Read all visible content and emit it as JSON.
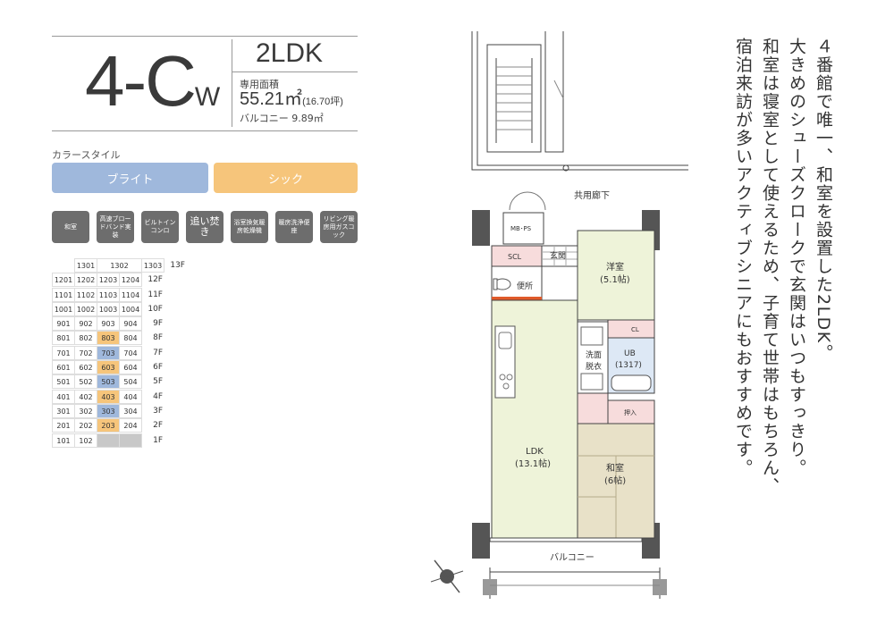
{
  "header": {
    "type_main": "4-C",
    "type_sub": "W",
    "layout": "2LDK",
    "area_label": "専用面積",
    "area_value": "55.21㎡",
    "area_tsubo": "(16.70坪)",
    "balcony": "バルコニー 9.89㎡"
  },
  "color_style": {
    "title": "カラースタイル",
    "bright": "ブライト",
    "chic": "シック",
    "bright_color": "#9fb8dc",
    "chic_color": "#f6c57b"
  },
  "features": [
    "和室",
    "高速ブロードバンド実装",
    "ビルトインコンロ",
    "追い焚き",
    "浴室換気暖房乾燥機",
    "暖房洗浄便座",
    "リビング暖房用ガスコック"
  ],
  "floors": [
    {
      "floor": "13F",
      "units": [
        [
          "",
          "blank"
        ],
        [
          "1301",
          ""
        ],
        [
          "1302",
          "w2"
        ],
        [
          "1303",
          ""
        ]
      ]
    },
    {
      "floor": "12F",
      "units": [
        [
          "1201",
          ""
        ],
        [
          "1202",
          ""
        ],
        [
          "1203",
          ""
        ],
        [
          "1204",
          ""
        ]
      ]
    },
    {
      "floor": "11F",
      "units": [
        [
          "1101",
          ""
        ],
        [
          "1102",
          ""
        ],
        [
          "1103",
          ""
        ],
        [
          "1104",
          ""
        ]
      ]
    },
    {
      "floor": "10F",
      "units": [
        [
          "1001",
          ""
        ],
        [
          "1002",
          ""
        ],
        [
          "1003",
          ""
        ],
        [
          "1004",
          ""
        ]
      ]
    },
    {
      "floor": "9F",
      "units": [
        [
          "901",
          ""
        ],
        [
          "902",
          ""
        ],
        [
          "903",
          ""
        ],
        [
          "904",
          ""
        ]
      ]
    },
    {
      "floor": "8F",
      "units": [
        [
          "801",
          ""
        ],
        [
          "802",
          ""
        ],
        [
          "803",
          "orange"
        ],
        [
          "804",
          ""
        ]
      ]
    },
    {
      "floor": "7F",
      "units": [
        [
          "701",
          ""
        ],
        [
          "702",
          ""
        ],
        [
          "703",
          "blue"
        ],
        [
          "704",
          ""
        ]
      ]
    },
    {
      "floor": "6F",
      "units": [
        [
          "601",
          ""
        ],
        [
          "602",
          ""
        ],
        [
          "603",
          "orange"
        ],
        [
          "604",
          ""
        ]
      ]
    },
    {
      "floor": "5F",
      "units": [
        [
          "501",
          ""
        ],
        [
          "502",
          ""
        ],
        [
          "503",
          "blue"
        ],
        [
          "504",
          ""
        ]
      ]
    },
    {
      "floor": "4F",
      "units": [
        [
          "401",
          ""
        ],
        [
          "402",
          ""
        ],
        [
          "403",
          "orange"
        ],
        [
          "404",
          ""
        ]
      ]
    },
    {
      "floor": "3F",
      "units": [
        [
          "301",
          ""
        ],
        [
          "302",
          ""
        ],
        [
          "303",
          "blue"
        ],
        [
          "304",
          ""
        ]
      ]
    },
    {
      "floor": "2F",
      "units": [
        [
          "201",
          ""
        ],
        [
          "202",
          ""
        ],
        [
          "203",
          "orange"
        ],
        [
          "204",
          ""
        ]
      ]
    },
    {
      "floor": "1F",
      "units": [
        [
          "101",
          ""
        ],
        [
          "102",
          ""
        ],
        [
          "",
          "gray"
        ],
        [
          "",
          "gray"
        ]
      ]
    }
  ],
  "plan": {
    "corridor": "共用廊下",
    "mbps": "MB･PS",
    "scl": "SCL",
    "entrance": "玄関",
    "toilet": "便所",
    "western_room": "洋室",
    "western_size": "(5.1帖)",
    "cl": "CL",
    "washroom_1": "洗面",
    "washroom_2": "脱衣",
    "ub": "UB",
    "ub_size": "(1317)",
    "oshiire": "押入",
    "ldk": "LDK",
    "ldk_size": "(13.1帖)",
    "washitsu": "和室",
    "washitsu_size": "(6帖)",
    "balcony": "バルコニー"
  },
  "description": [
    "４番館で唯一、和室を設置した2LDK。",
    "大きめのシューズクロークで玄関はいつもすっきり。",
    "和室は寝室として使えるため、子育て世帯はもちろん、",
    "宿泊来訪が多いアクティブシニアにもおすすめです。"
  ]
}
